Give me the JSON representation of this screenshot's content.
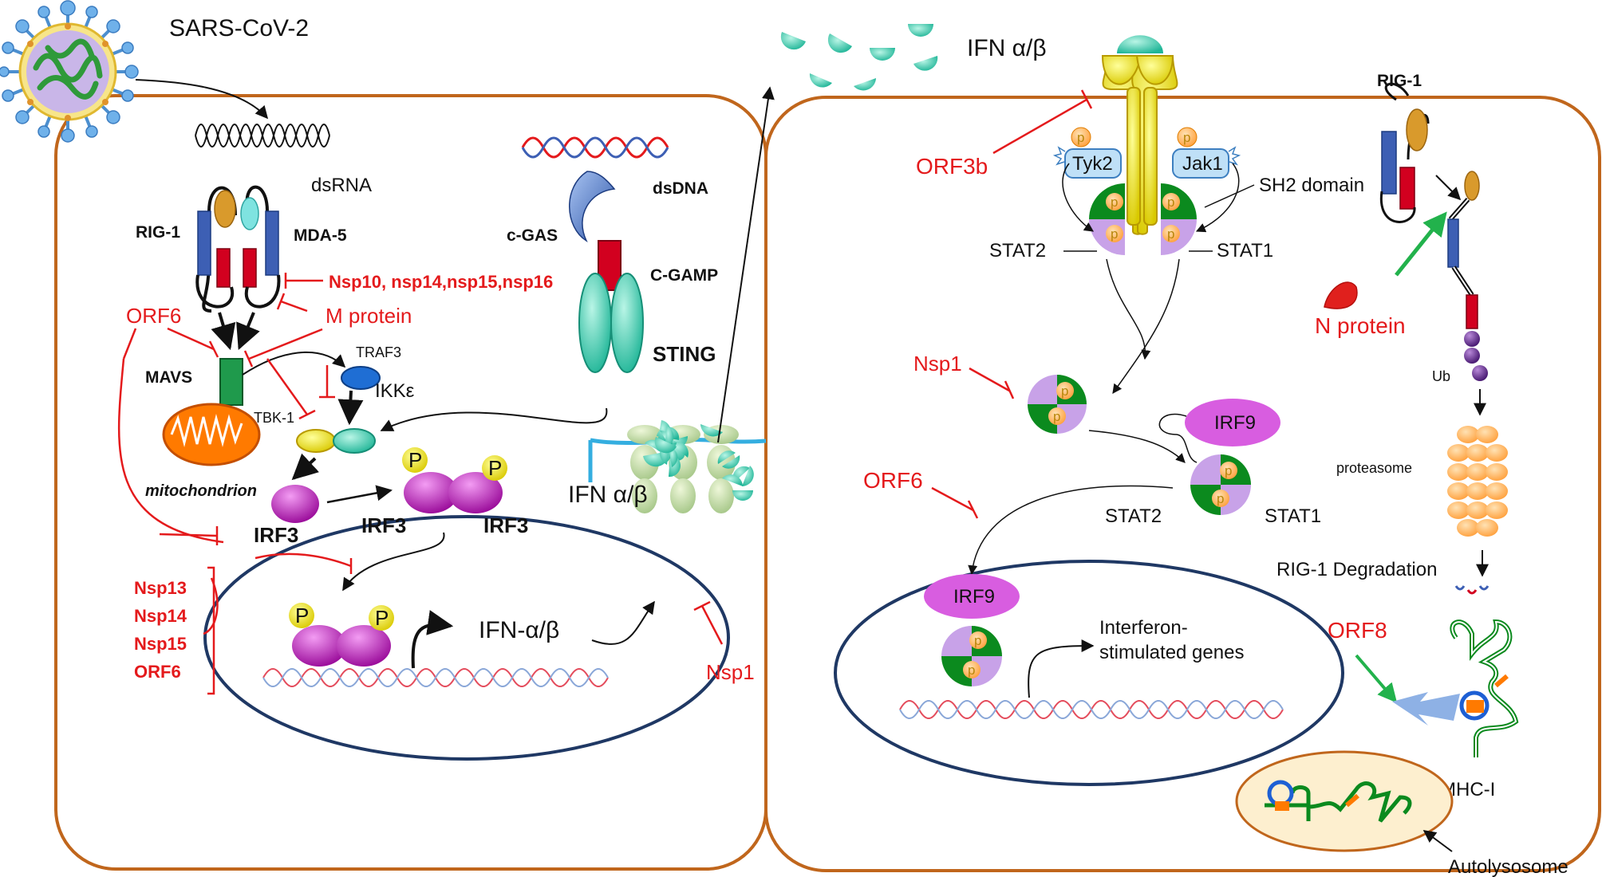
{
  "virus": {
    "label": "SARS-CoV-2"
  },
  "left_cell": {
    "dsrna": "dsRNA",
    "rig1": "RIG-1",
    "mda5": "MDA-5",
    "nsp_block": "Nsp10, nsp14,nsp15,nsp16",
    "m_protein": "M protein",
    "orf6_top": "ORF6",
    "mavs": "MAVS",
    "traf3": "TRAF3",
    "ikke": "IKKε",
    "tbk1": "TBK-1",
    "mitochondrion": "mitochondrion",
    "irf3_a": "IRF3",
    "irf3_b": "IRF3",
    "irf3_c": "IRF3",
    "phospho": "P",
    "dsdna": "dsDNA",
    "cgas": "c-GAS",
    "cgamp": "C-GAMP",
    "sting": "STING",
    "ifn_ab_mid": "IFN α/β",
    "ifn_gene": "IFN-α/β",
    "nsp1_bottom": "Nsp1",
    "inhibitors_list": [
      "Nsp13",
      "Nsp14",
      "Nsp15",
      "ORF6"
    ]
  },
  "right_cell": {
    "ifn_ab_top": "IFN α/β",
    "orf3b": "ORF3b",
    "tyk2": "Tyk2",
    "jak1": "Jak1",
    "p": "p",
    "sh2": "SH2 domain",
    "stat2_top": "STAT2",
    "stat1_top": "STAT1",
    "nsp1": "Nsp1",
    "irf9_a": "IRF9",
    "orf6": "ORF6",
    "stat2_mid": "STAT2",
    "stat1_mid": "STAT1",
    "irf9_b": "IRF9",
    "isg_line1": "Interferon-",
    "isg_line2": "stimulated genes",
    "rig1": "RIG-1",
    "n_protein": "N protein",
    "ub": "Ub",
    "proteasome": "proteasome",
    "rig1_degradation": "RIG-1 Degradation",
    "orf8": "ORF8",
    "mhc1": "MHC-I",
    "autolysosome": "Autolysosome"
  },
  "colors": {
    "cell_border": "#c0661c",
    "nucleus_border": "#1f3864",
    "inhibit_red": "#e41a1c",
    "activate_green": "#22b24c",
    "ifn_teal": "#33c9a8",
    "irf_magenta": "#c71ec7",
    "rig_blue": "#3d5fb4",
    "rig_red": "#d2001f",
    "stat_green": "#0b8a1e",
    "stat_lilac": "#c8a2e8",
    "receptor_yellow": "#f3ef11"
  }
}
